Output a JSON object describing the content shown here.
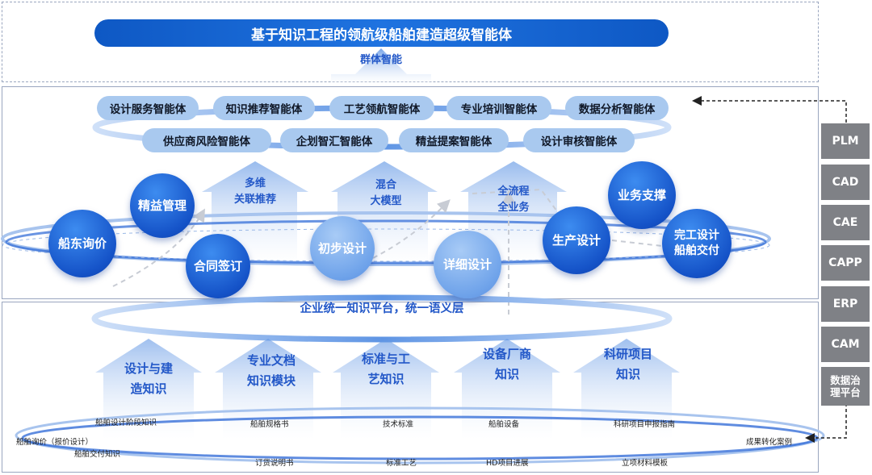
{
  "title": "基于知识工程的领航级船舶建造超级智能体",
  "top_label": "群体智能",
  "agents_row1": [
    "设计服务智能体",
    "知识推荐智能体",
    "工艺领航智能体",
    "专业培训智能体",
    "数据分析智能体"
  ],
  "agents_row2": [
    "供应商风险智能体",
    "企划智汇智能体",
    "精益提案智能体",
    "设计审核智能体"
  ],
  "mid_arrows": [
    {
      "line1": "多维",
      "line2": "关联推荐"
    },
    {
      "line1": "混合",
      "line2": "大模型"
    },
    {
      "line1": "全流程",
      "line2": "全业务"
    }
  ],
  "circles": {
    "owner_inquiry": "船东询价",
    "lean_mgmt": "精益管理",
    "contract": "合同签订",
    "prelim_design": "初步设计",
    "detail_design": "详细设计",
    "production_design": "生产设计",
    "business_support": "业务支撑",
    "delivery_line1": "完工设计",
    "delivery_line2": "船舶交付"
  },
  "platform_label": "企业统一知识平台，统一语义层",
  "knowledge": [
    {
      "line1": "设计与建",
      "line2": "造知识"
    },
    {
      "line1": "专业文档",
      "line2": "知识模块"
    },
    {
      "line1": "标准与工",
      "line2": "艺知识"
    },
    {
      "line1": "设备厂商",
      "line2": "知识"
    },
    {
      "line1": "科研项目",
      "line2": "知识"
    }
  ],
  "small_labels": {
    "stage_knowledge": "船舶设计阶段知识",
    "spec": "船舶规格书",
    "tech_std": "技术标准",
    "equipment": "船舶设备",
    "research_guide": "科研项目申报指南",
    "inquiry_quote": "船舶询价（报价设计）",
    "delivery_knowledge": "船舶交付知识",
    "order_spec": "订货说明书",
    "std_process": "标准工艺",
    "hd_progress": "HD项目进展",
    "material_template": "立项材料模板",
    "cases": "成果转化案例"
  },
  "systems": [
    "PLM",
    "CAD",
    "CAE",
    "CAPP",
    "ERP",
    "CAM",
    "数据治理平台"
  ],
  "colors": {
    "primary": "#1553c8",
    "label": "#2358c8",
    "agent_bg": "#a9c9ef",
    "system_bg": "#7f8186"
  }
}
